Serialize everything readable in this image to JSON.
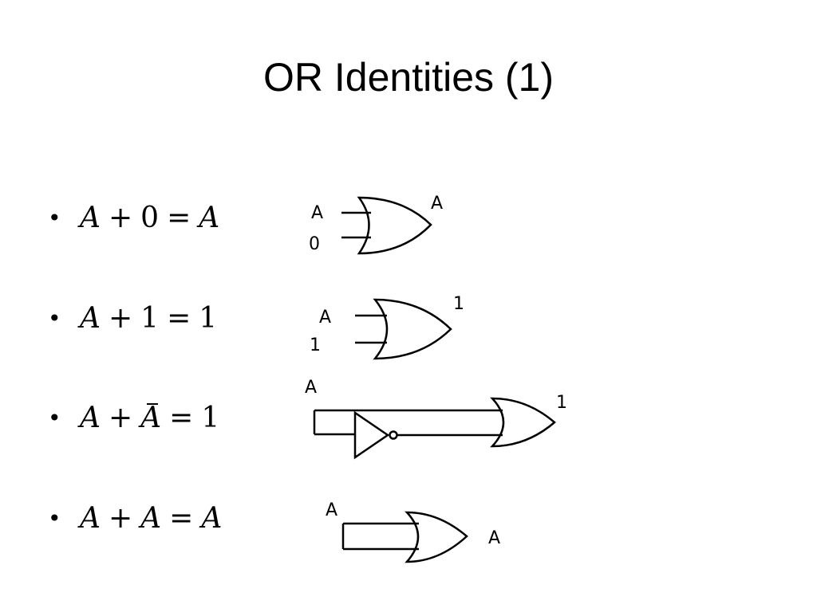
{
  "slide": {
    "title": "OR Identities (1)"
  },
  "bullets": [
    {
      "symbol": "•",
      "lhs": "A",
      "op": "+",
      "rhs": "0",
      "eq": "=",
      "result": "A"
    },
    {
      "symbol": "•",
      "lhs": "A",
      "op": "+",
      "rhs": "1",
      "eq": "=",
      "result": "1"
    },
    {
      "symbol": "•",
      "lhs": "A",
      "op": "+",
      "rhs": "A",
      "eq": "=",
      "result": "1"
    },
    {
      "symbol": "•",
      "lhs": "A",
      "op": "+",
      "rhs": "A",
      "eq": "=",
      "result": "A"
    }
  ],
  "gates": [
    {
      "in1": "A",
      "in2": "0",
      "out": "A"
    },
    {
      "in1": "A",
      "in2": "1",
      "out": "1"
    },
    {
      "in1": "A",
      "out": "1"
    },
    {
      "in1": "A",
      "out": "A"
    }
  ]
}
